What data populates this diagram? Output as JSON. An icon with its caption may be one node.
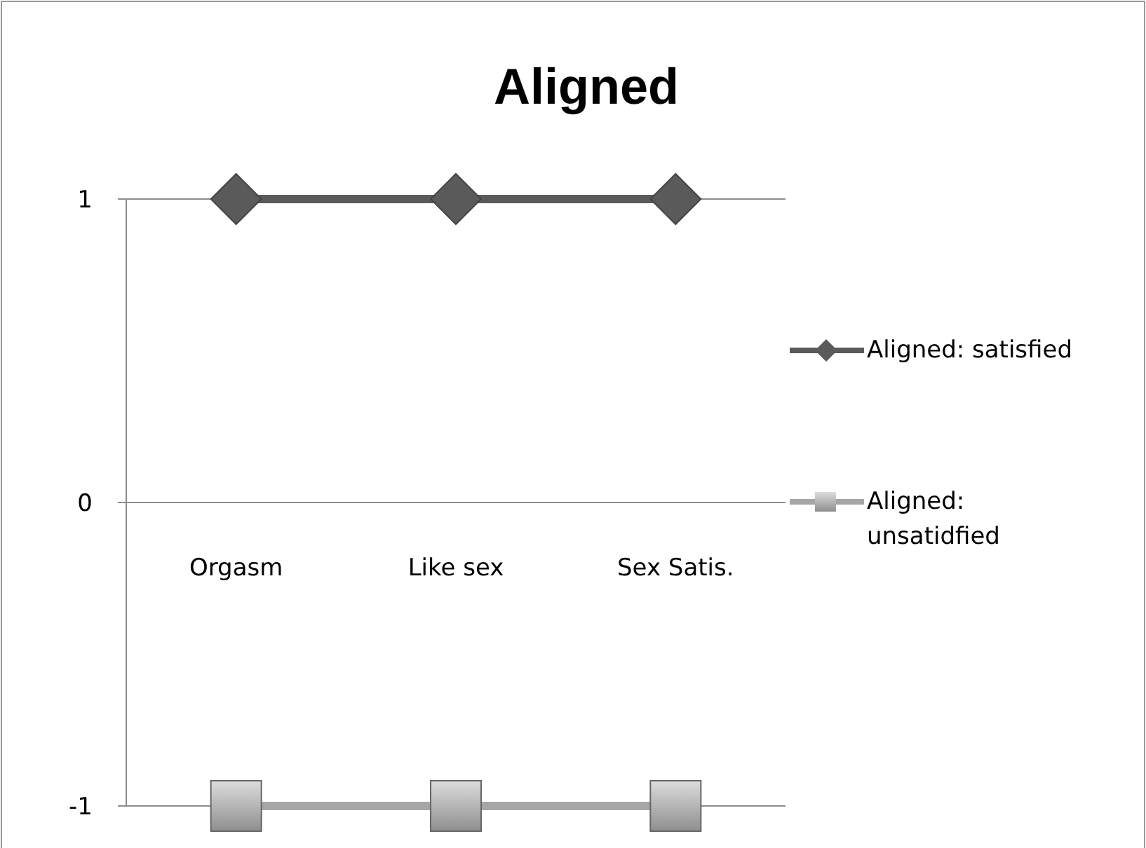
{
  "diagram": {
    "chart_data": {
      "type": "line",
      "title": "Aligned",
      "categories": [
        "Orgasm",
        "Like sex",
        "Sex Satis."
      ],
      "series": [
        {
          "name": "Aligned: satisfied",
          "color": "#5a5a5a",
          "marker": "diamond",
          "values": [
            1,
            1,
            1
          ]
        },
        {
          "name": "Aligned: unsatidfied",
          "color": "#a6a6a6",
          "marker": "square",
          "values": [
            -1,
            -1,
            -1
          ]
        }
      ],
      "ylim": [
        -1,
        1
      ],
      "yticks": [
        -1,
        0,
        1
      ]
    }
  }
}
